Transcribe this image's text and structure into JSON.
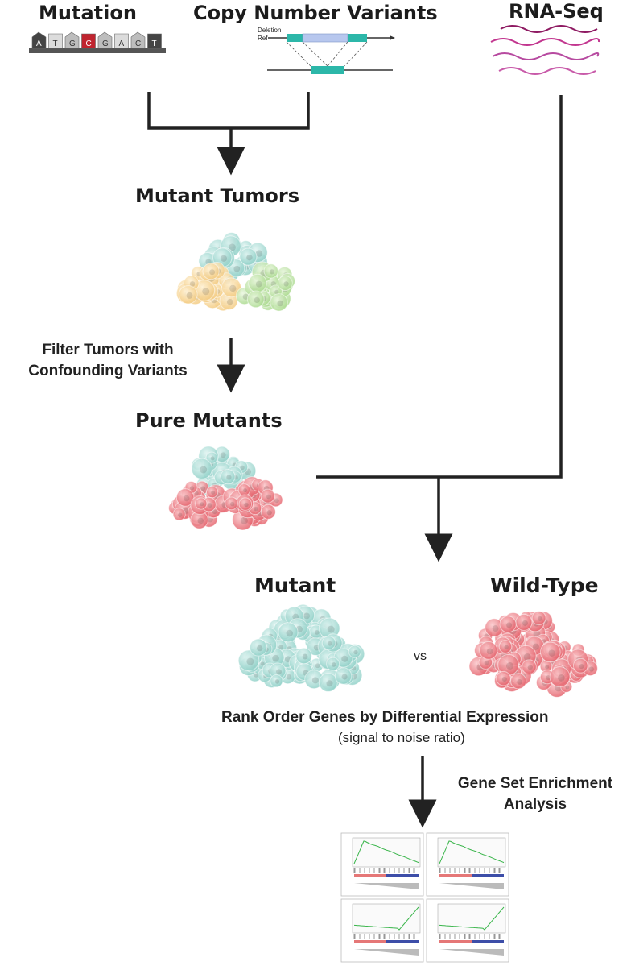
{
  "inputs": {
    "mutation": "Mutation",
    "cnv": "Copy Number Variants",
    "rnaseq": "RNA-Seq",
    "sequence": [
      "A",
      "T",
      "G",
      "C",
      "G",
      "A",
      "C",
      "T"
    ],
    "cnv_deletion_label": "Deletion",
    "cnv_ref_label": "Ref"
  },
  "steps": {
    "mutant_tumors": "Mutant Tumors",
    "filter_line1": "Filter Tumors with",
    "filter_line2": "Confounding Variants",
    "pure_mutants": "Pure Mutants",
    "mutant": "Mutant",
    "vs": "vs",
    "wild_type": "Wild-Type",
    "rank_title": "Rank Order Genes by Differential Expression",
    "rank_sub": "(signal to noise ratio)",
    "gsea_line1": "Gene Set Enrichment",
    "gsea_line2": "Analysis"
  },
  "colors": {
    "teal": "#9fd8d0",
    "yellow": "#f7d79c",
    "green": "#bfe3a8",
    "red": "#ef7f86",
    "rna": "#c2368f",
    "cnv_teal": "#2cb7a9",
    "cnv_blue": "#b7c7ee",
    "highlight_base": "#c0242f",
    "arrow": "#222222",
    "plot_green": "#39b54a"
  }
}
